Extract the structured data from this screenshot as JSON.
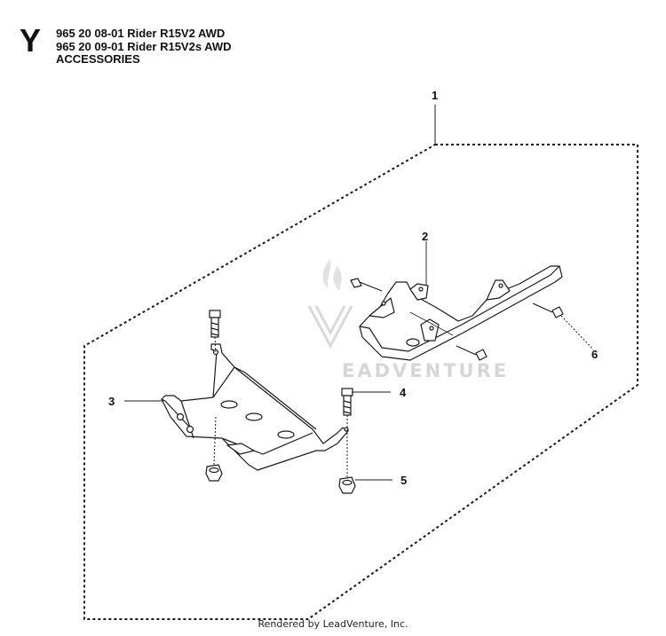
{
  "header": {
    "section_letter": "Y",
    "lines": [
      "965 20 08-01 Rider R15V2 AWD",
      "965 20 09-01 Rider R15V2s AWD",
      "ACCESSORIES"
    ]
  },
  "callouts": [
    {
      "label": "1"
    },
    {
      "label": "2"
    },
    {
      "label": "3"
    },
    {
      "label": "4"
    },
    {
      "label": "5"
    },
    {
      "label": "6"
    }
  ],
  "watermark": {
    "text": "EADVENTURE"
  },
  "footer": {
    "text": "Rendered by LeadVenture, Inc."
  },
  "colors": {
    "line": "#1a1a1a",
    "watermark": "#d6d6d6"
  }
}
